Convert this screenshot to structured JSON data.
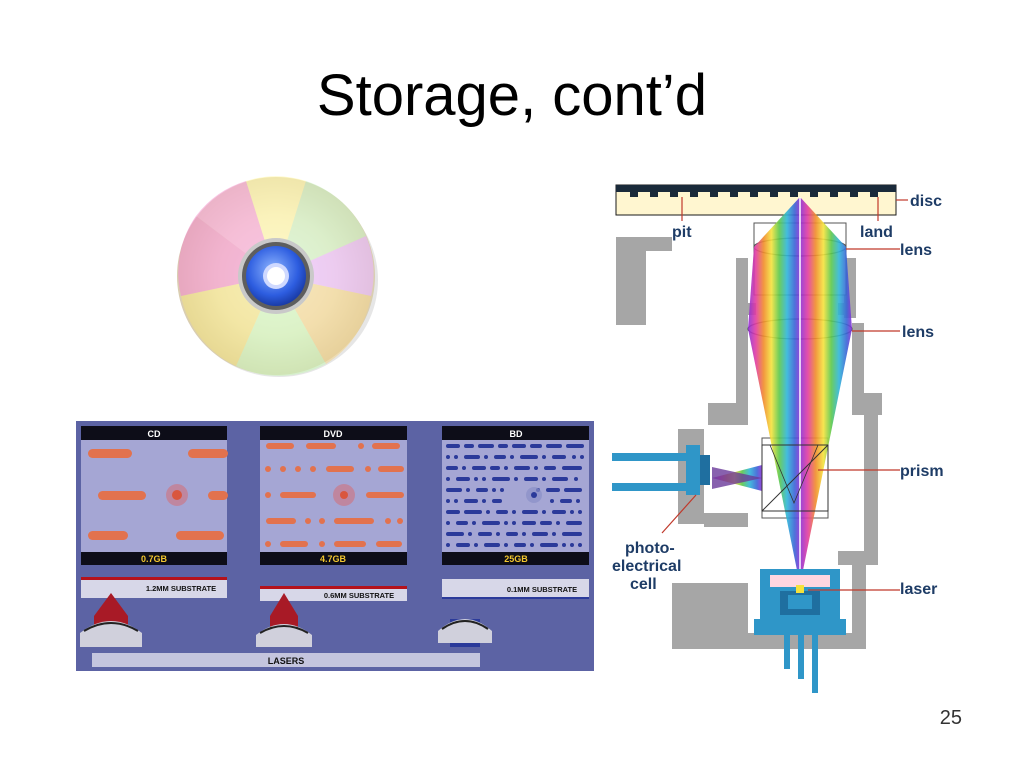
{
  "slide": {
    "title": "Storage, cont’d",
    "page_number": "25"
  },
  "media_comparison": {
    "formats": [
      {
        "name": "CD",
        "capacity": "0.7GB",
        "substrate": "1.2MM SUBSTRATE"
      },
      {
        "name": "DVD",
        "capacity": "4.7GB",
        "substrate": "0.6MM SUBSTRATE"
      },
      {
        "name": "BD",
        "capacity": "25GB",
        "substrate": "0.1MM SUBSTRATE"
      }
    ],
    "lasers_label": "LASERS"
  },
  "drive_diagram": {
    "labels": {
      "disc": "disc",
      "pit": "pit",
      "land": "land",
      "lens_upper": "lens",
      "lens_lower": "lens",
      "prism": "prism",
      "photo_line1": "photo-",
      "photo_line2": "electrical",
      "photo_line3": "cell",
      "laser": "laser"
    }
  }
}
